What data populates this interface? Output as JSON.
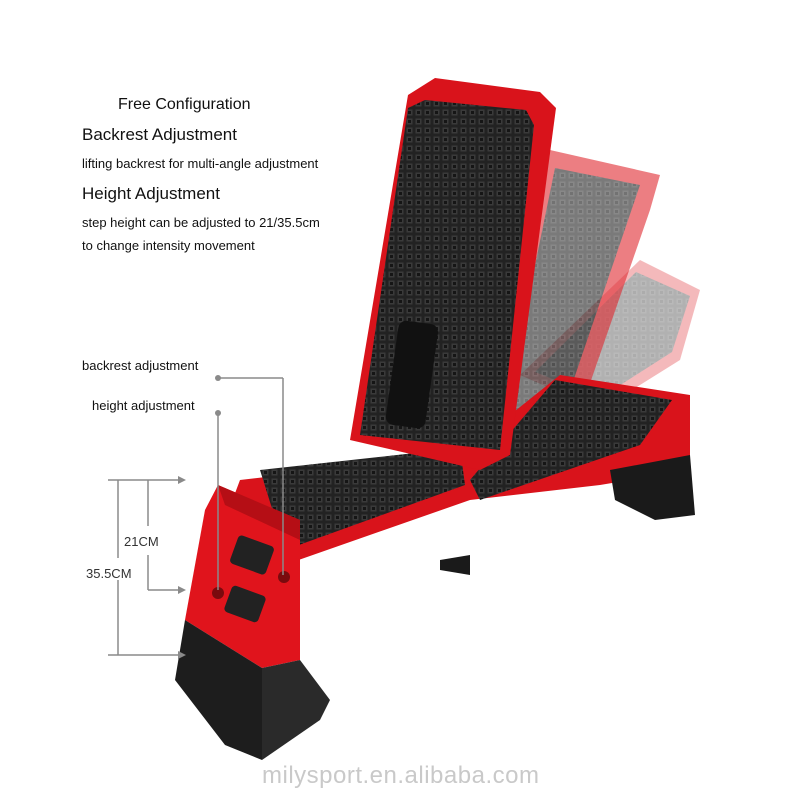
{
  "heading": {
    "title": "Free Configuration",
    "backrest_title": "Backrest Adjustment",
    "backrest_desc": "lifting backrest for multi-angle adjustment",
    "height_title": "Height Adjustment",
    "height_desc_line1": "step height can be adjusted to 21/35.5cm",
    "height_desc_line2": "to change intensity movement"
  },
  "callouts": {
    "backrest": "backrest adjustment",
    "height": "height adjustment"
  },
  "dimensions": {
    "low": "21CM",
    "high": "35.5CM"
  },
  "watermark": "milysport.en.alibaba.com",
  "colors": {
    "frame_red": "#d9131b",
    "pad_black": "#1f1f1f",
    "guide_gray": "#8a8a8a"
  }
}
